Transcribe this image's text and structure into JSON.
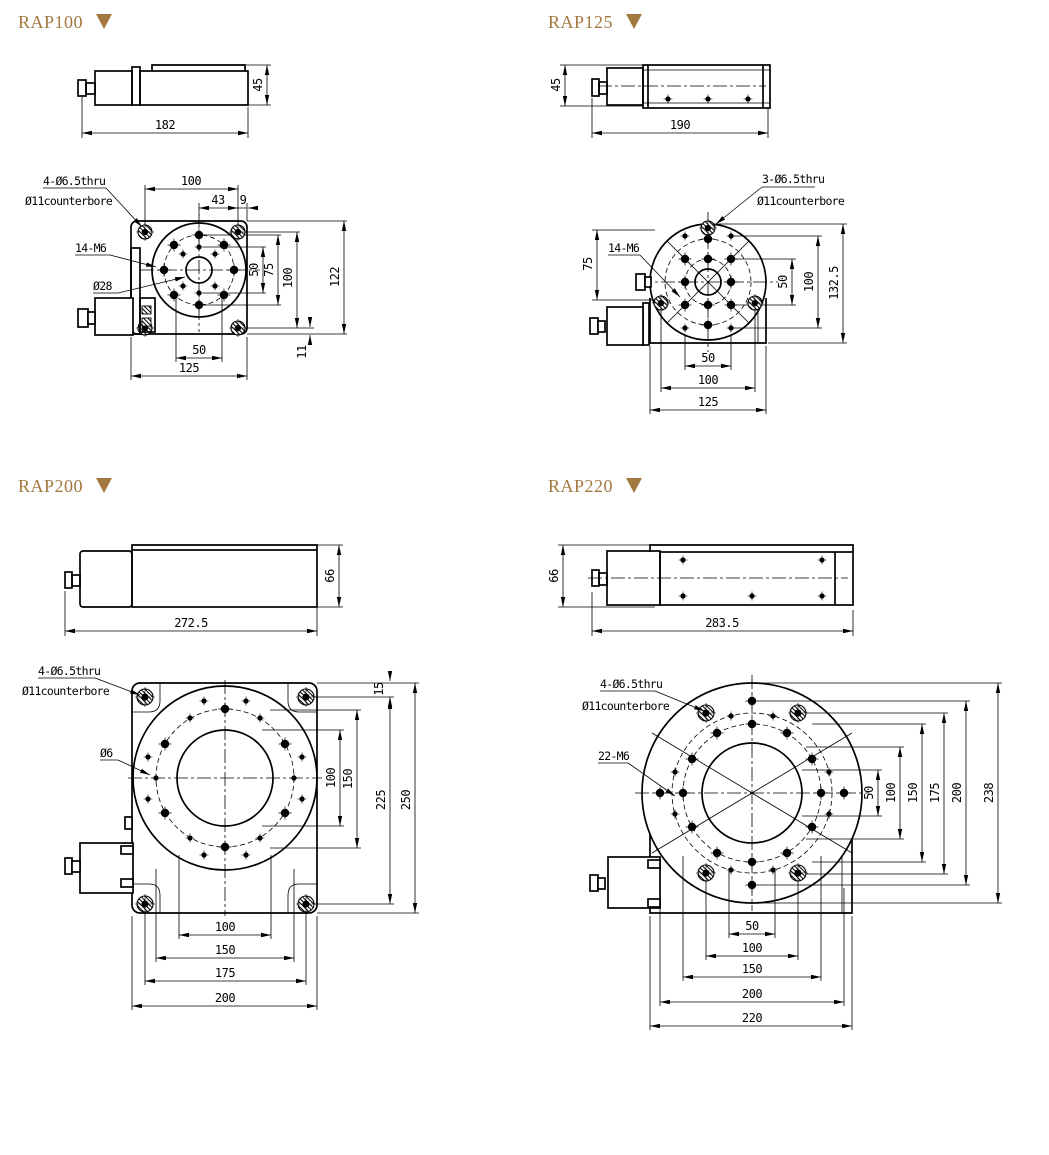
{
  "accent_color": "#a3793f",
  "panels": {
    "rap100": {
      "title": "RAP100",
      "side": {
        "length": "182",
        "height": "45"
      },
      "plan": {
        "thru_label": "4-Ø6.5thru",
        "cbore_label": "Ø11counterbore",
        "tap_label": "14-M6",
        "bore_label": "Ø28",
        "dim_top_100": "100",
        "dim_43": "43",
        "dim_9": "9",
        "dim_right_50": "50",
        "dim_right_75": "75",
        "dim_right_100": "100",
        "dim_right_122": "122",
        "dim_bottom_50": "50",
        "dim_bottom_125": "125",
        "dim_corner_11": "11"
      }
    },
    "rap125": {
      "title": "RAP125",
      "side": {
        "length": "190",
        "height": "45"
      },
      "plan": {
        "thru_label": "3-Ø6.5thru",
        "cbore_label": "Ø11counterbore",
        "tap_label": "14-M6",
        "dim_left_75": "75",
        "dim_right_50": "50",
        "dim_right_100": "100",
        "dim_right_1325": "132.5",
        "dim_bottom_50": "50",
        "dim_bottom_100": "100",
        "dim_bottom_125": "125"
      }
    },
    "rap200": {
      "title": "RAP200",
      "side": {
        "length": "272.5",
        "height": "66"
      },
      "plan": {
        "thru_label": "4-Ø6.5thru",
        "cbore_label": "Ø11counterbore",
        "pin_label": "Ø6",
        "dim_right_15": "15",
        "dim_right_100": "100",
        "dim_right_150": "150",
        "dim_right_225": "225",
        "dim_right_250": "250",
        "dim_bottom_100": "100",
        "dim_bottom_150": "150",
        "dim_bottom_175": "175",
        "dim_bottom_200": "200"
      }
    },
    "rap220": {
      "title": "RAP220",
      "side": {
        "length": "283.5",
        "height": "66"
      },
      "plan": {
        "thru_label": "4-Ø6.5thru",
        "cbore_label": "Ø11counterbore",
        "tap_label": "22-M6",
        "dim_right_50": "50",
        "dim_right_100": "100",
        "dim_right_150": "150",
        "dim_right_175": "175",
        "dim_right_200": "200",
        "dim_right_238": "238",
        "dim_bottom_50": "50",
        "dim_bottom_100": "100",
        "dim_bottom_150": "150",
        "dim_bottom_200": "200",
        "dim_bottom_220": "220"
      }
    }
  }
}
